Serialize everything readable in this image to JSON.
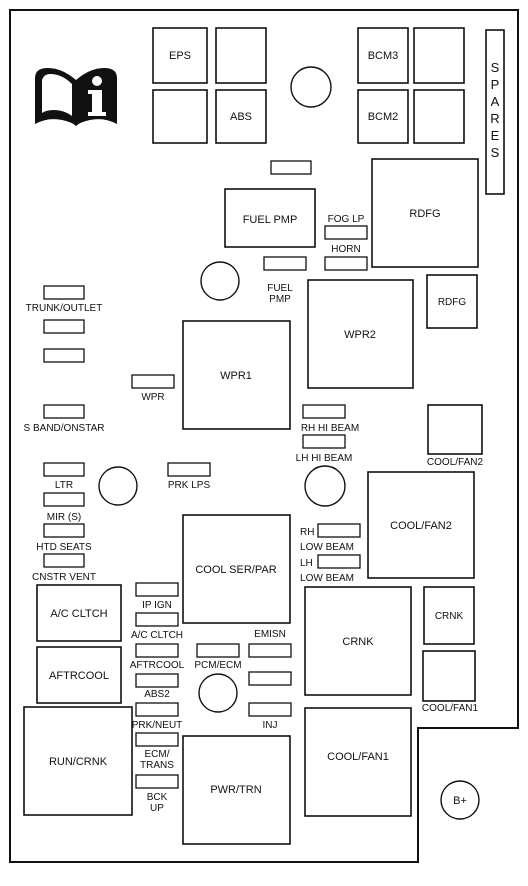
{
  "relays": {
    "eps": "EPS",
    "abs": "ABS",
    "bcm3": "BCM3",
    "bcm2": "BCM2",
    "fuel_pmp": "FUEL PMP",
    "rdfg_large": "RDFG",
    "rdfg_small": "RDFG",
    "wpr2": "WPR2",
    "wpr1": "WPR1",
    "cool_fan2_large": "COOL/FAN2",
    "cool_ser_par": "COOL SER/PAR",
    "ac_cltch": "A/C CLTCH",
    "aftrcool": "AFTRCOOL",
    "crnk_large": "CRNK",
    "crnk_small": "CRNK",
    "run_crnk": "RUN/CRNK",
    "pwr_trn": "PWR/TRN",
    "cool_fan1_large": "COOL/FAN1"
  },
  "fuse_labels": {
    "fog_lp": "FOG LP",
    "horn": "HORN",
    "fuel_pmp_1": "FUEL",
    "fuel_pmp_2": "PMP",
    "trunk_outlet": "TRUNK/OUTLET",
    "wpr": "WPR",
    "s_band_onstar": "S BAND/ONSTAR",
    "rh_hi_beam": "RH HI BEAM",
    "lh_hi_beam": "LH HI BEAM",
    "cool_fan2_small": "COOL/FAN2",
    "ltr": "LTR",
    "prk_lps": "PRK LPS",
    "mir_s": "MIR (S)",
    "htd_seats": "HTD SEATS",
    "rh_low_1": "RH",
    "rh_low_2": "LOW BEAM",
    "lh_low_1": "LH",
    "lh_low_2": "LOW BEAM",
    "cnstr_vent": "CNSTR VENT",
    "ip_ign": "IP IGN",
    "ac_cltch_fuse": "A/C CLTCH",
    "emisn": "EMISN",
    "aftrcool_fuse": "AFTRCOOL",
    "pcm_ecm": "PCM/ECM",
    "abs2": "ABS2",
    "inj": "INJ",
    "cool_fan1_small": "COOL/FAN1",
    "prk_neut": "PRK/NEUT",
    "ecm_trans_1": "ECM/",
    "ecm_trans_2": "TRANS",
    "bck_up_1": "BCK",
    "bck_up_2": "UP"
  },
  "spares_letters": [
    "S",
    "P",
    "A",
    "R",
    "E",
    "S"
  ],
  "b_plus": "B+",
  "icons": [
    "manual-book-icon",
    "info-icon"
  ]
}
